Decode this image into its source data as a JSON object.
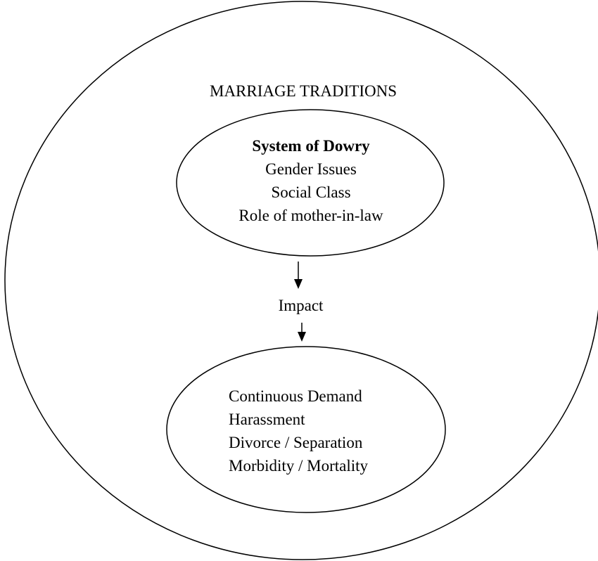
{
  "title": "MARRIAGE TRADITIONS",
  "causes": {
    "items": [
      "System of Dowry",
      "Gender Issues",
      "Social Class",
      "Role of mother-in-law"
    ]
  },
  "connector": {
    "label": "Impact"
  },
  "effects": {
    "items": [
      "Continuous Demand",
      "Harassment",
      "Divorce / Separation",
      "Morbidity / Mortality"
    ]
  },
  "colors": {
    "stroke": "#000000",
    "background": "#ffffff"
  }
}
